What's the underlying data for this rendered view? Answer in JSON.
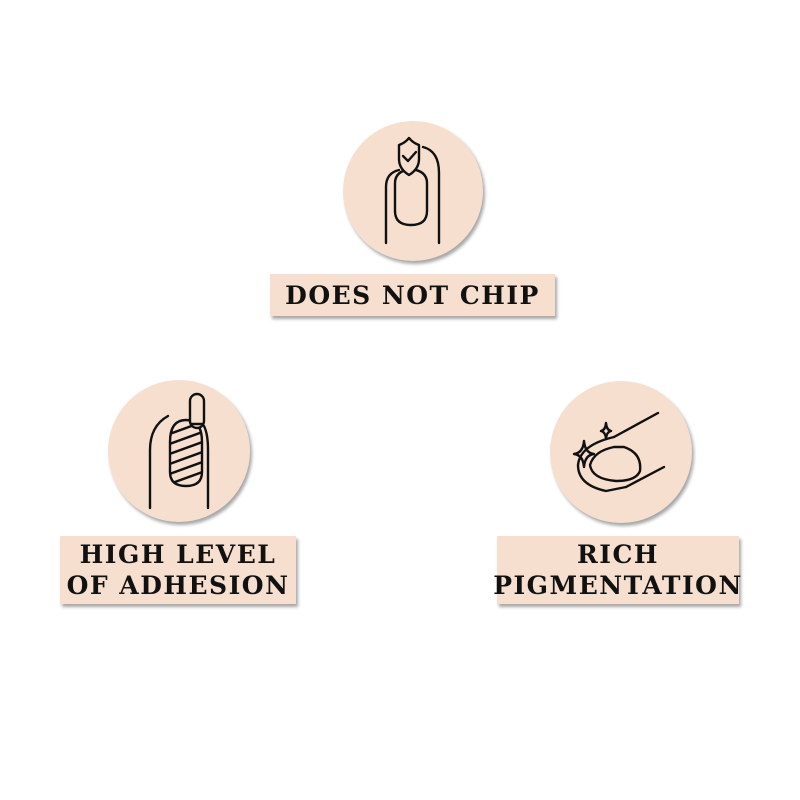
{
  "theme": {
    "badge_color": "#f7dfd0",
    "icon_stroke": "#111111",
    "text_color": "#111111"
  },
  "features": [
    {
      "icon": "nail-shield-check-icon",
      "lines": [
        "DOES NOT CHIP"
      ]
    },
    {
      "icon": "nail-polish-brush-icon",
      "lines": [
        "HIGH LEVEL",
        "OF ADHESION"
      ]
    },
    {
      "icon": "nail-sparkle-icon",
      "lines": [
        "RICH",
        "PIGMENTATION"
      ]
    }
  ]
}
